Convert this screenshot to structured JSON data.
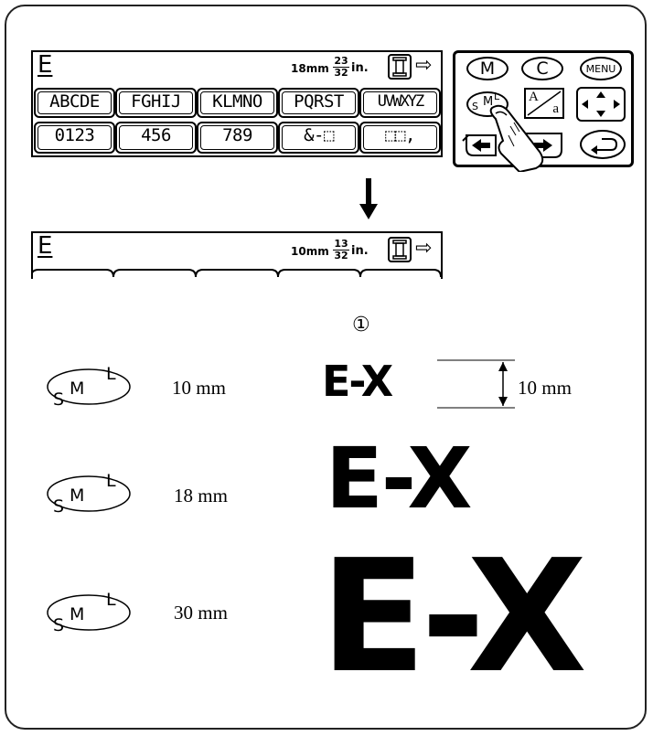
{
  "display_top": {
    "letter": "E",
    "size_mm": "18mm",
    "inch_num": "23",
    "inch_den": "32",
    "inch_unit": "in.",
    "row2": [
      "ABCDE",
      "FGHIJ",
      "KLMNO",
      "PQRST",
      "UVWXYZ"
    ],
    "row3": [
      "0123",
      "456",
      "789",
      "&-⬚",
      "⬚⬚,"
    ]
  },
  "panel": {
    "m_label": "M",
    "c_label": "C",
    "menu_label": "MENU",
    "sml_s": "S",
    "sml_m": "M",
    "sml_l": "L",
    "case_upper": "A",
    "case_lower": "a"
  },
  "display_bottom": {
    "letter": "E",
    "size_mm": "10mm",
    "inch_num": "13",
    "inch_den": "32",
    "inch_unit": "in."
  },
  "callout_number": "①",
  "sizes": [
    {
      "s": "S",
      "m": "M",
      "l": "L",
      "label": "10 mm",
      "sample": "E-X"
    },
    {
      "s": "S",
      "m": "M",
      "l": "L",
      "label": "18 mm",
      "sample": "E-X"
    },
    {
      "s": "S",
      "m": "M",
      "l": "L",
      "label": "30 mm",
      "sample": "E-X"
    }
  ],
  "dimension_label": "10 mm"
}
